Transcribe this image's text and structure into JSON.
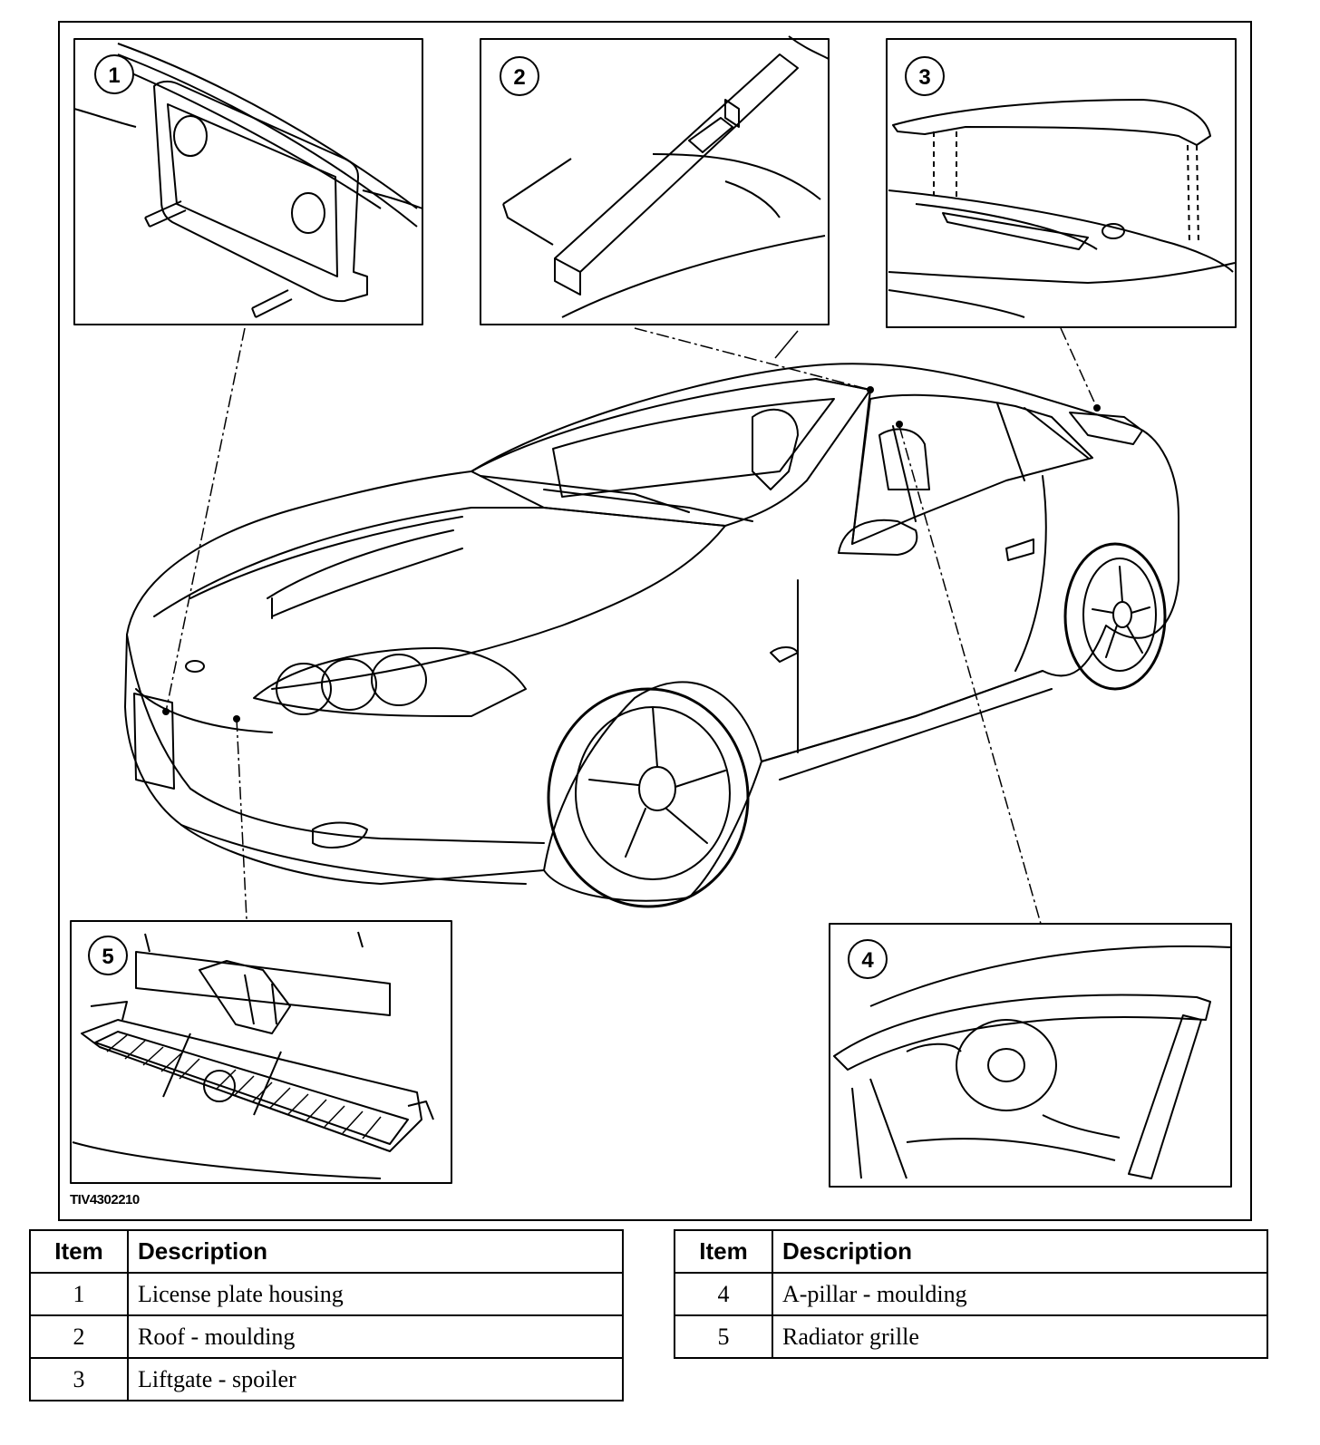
{
  "figure": {
    "code": "TIV4302210",
    "callouts": [
      "1",
      "2",
      "3",
      "4",
      "5"
    ]
  },
  "legend": {
    "headers": {
      "item": "Item",
      "description": "Description"
    },
    "left": [
      {
        "item": "1",
        "description": "License plate housing"
      },
      {
        "item": "2",
        "description": "Roof - moulding"
      },
      {
        "item": "3",
        "description": "Liftgate - spoiler"
      }
    ],
    "right": [
      {
        "item": "4",
        "description": "A-pillar - moulding"
      },
      {
        "item": "5",
        "description": "Radiator grille"
      }
    ]
  }
}
